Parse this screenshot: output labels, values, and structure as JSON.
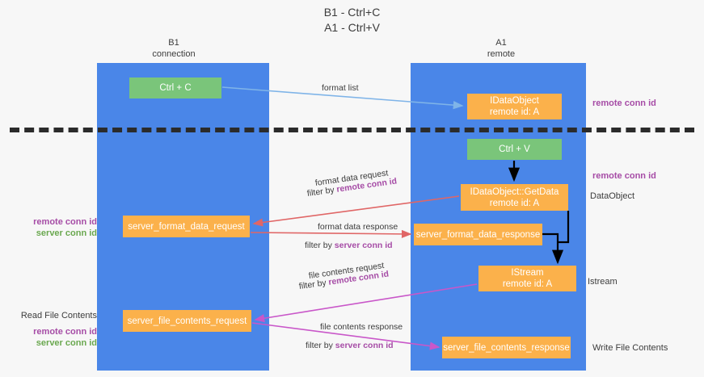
{
  "title": {
    "line1": "B1 - Ctrl+C",
    "line2": "A1 - Ctrl+V"
  },
  "columns": [
    {
      "id": "b1",
      "name": "B1",
      "role": "connection"
    },
    {
      "id": "a1",
      "name": "A1",
      "role": "remote"
    }
  ],
  "boxes": {
    "ctrl_c": {
      "label": "Ctrl + C",
      "color": "#7ac57a"
    },
    "idataobject": {
      "line1": "IDataObject",
      "line2": "remote id: A",
      "color": "#fbb14b"
    },
    "ctrl_v": {
      "label": "Ctrl + V",
      "color": "#7ac57a"
    },
    "getdata": {
      "line1": "IDataObject::GetData",
      "line2": "remote id: A",
      "color": "#fbb14b"
    },
    "server_format_data_request": {
      "label": "server_format_data_request",
      "color": "#fbb14b"
    },
    "server_format_data_response": {
      "label": "server_format_data_response",
      "color": "#fbb14b"
    },
    "istream": {
      "line1": "IStream",
      "line2": "remote id: A",
      "color": "#fbb14b"
    },
    "server_file_contents_request": {
      "label": "server_file_contents_request",
      "color": "#fbb14b"
    },
    "server_file_contents_response": {
      "label": "server_file_contents_response",
      "color": "#fbb14b"
    }
  },
  "edge_labels": {
    "format_list": "format list",
    "format_data_request": "format data request",
    "format_data_request_filter_prefix": "filter by ",
    "format_data_request_filter_key": "remote conn id",
    "format_data_response": "format data response",
    "format_data_response_filter_prefix": "filter by ",
    "format_data_response_filter_key": "server conn id",
    "file_contents_request": "file contents request",
    "file_contents_request_filter_prefix": "filter by ",
    "file_contents_request_filter_key": "remote conn id",
    "file_contents_response": "file contents response",
    "file_contents_response_filter_prefix": "filter by ",
    "file_contents_response_filter_key": "server conn id"
  },
  "annotations": {
    "remote_conn_id_top": "remote conn id",
    "remote_conn_id_mid": "remote conn id",
    "dataobject": "DataObject",
    "istream": "Istream",
    "write_file_contents": "Write File Contents",
    "read_file_contents": "Read File Contents",
    "left_remote_conn_id_1": "remote conn id",
    "left_server_conn_id_1": "server conn id",
    "left_remote_conn_id_2": "remote conn id",
    "left_server_conn_id_2": "server conn id"
  },
  "colors": {
    "lane": "#4a86e8",
    "green_box": "#7ac57a",
    "orange_box": "#fbb14b",
    "purple_text": "#a64ca6",
    "green_text": "#6aa84f",
    "blue_arrow": "#7fb4e8",
    "red_arrow": "#e06666",
    "magenta_arrow": "#c957c9",
    "black_arrow": "#000000",
    "background": "#f7f7f7"
  }
}
